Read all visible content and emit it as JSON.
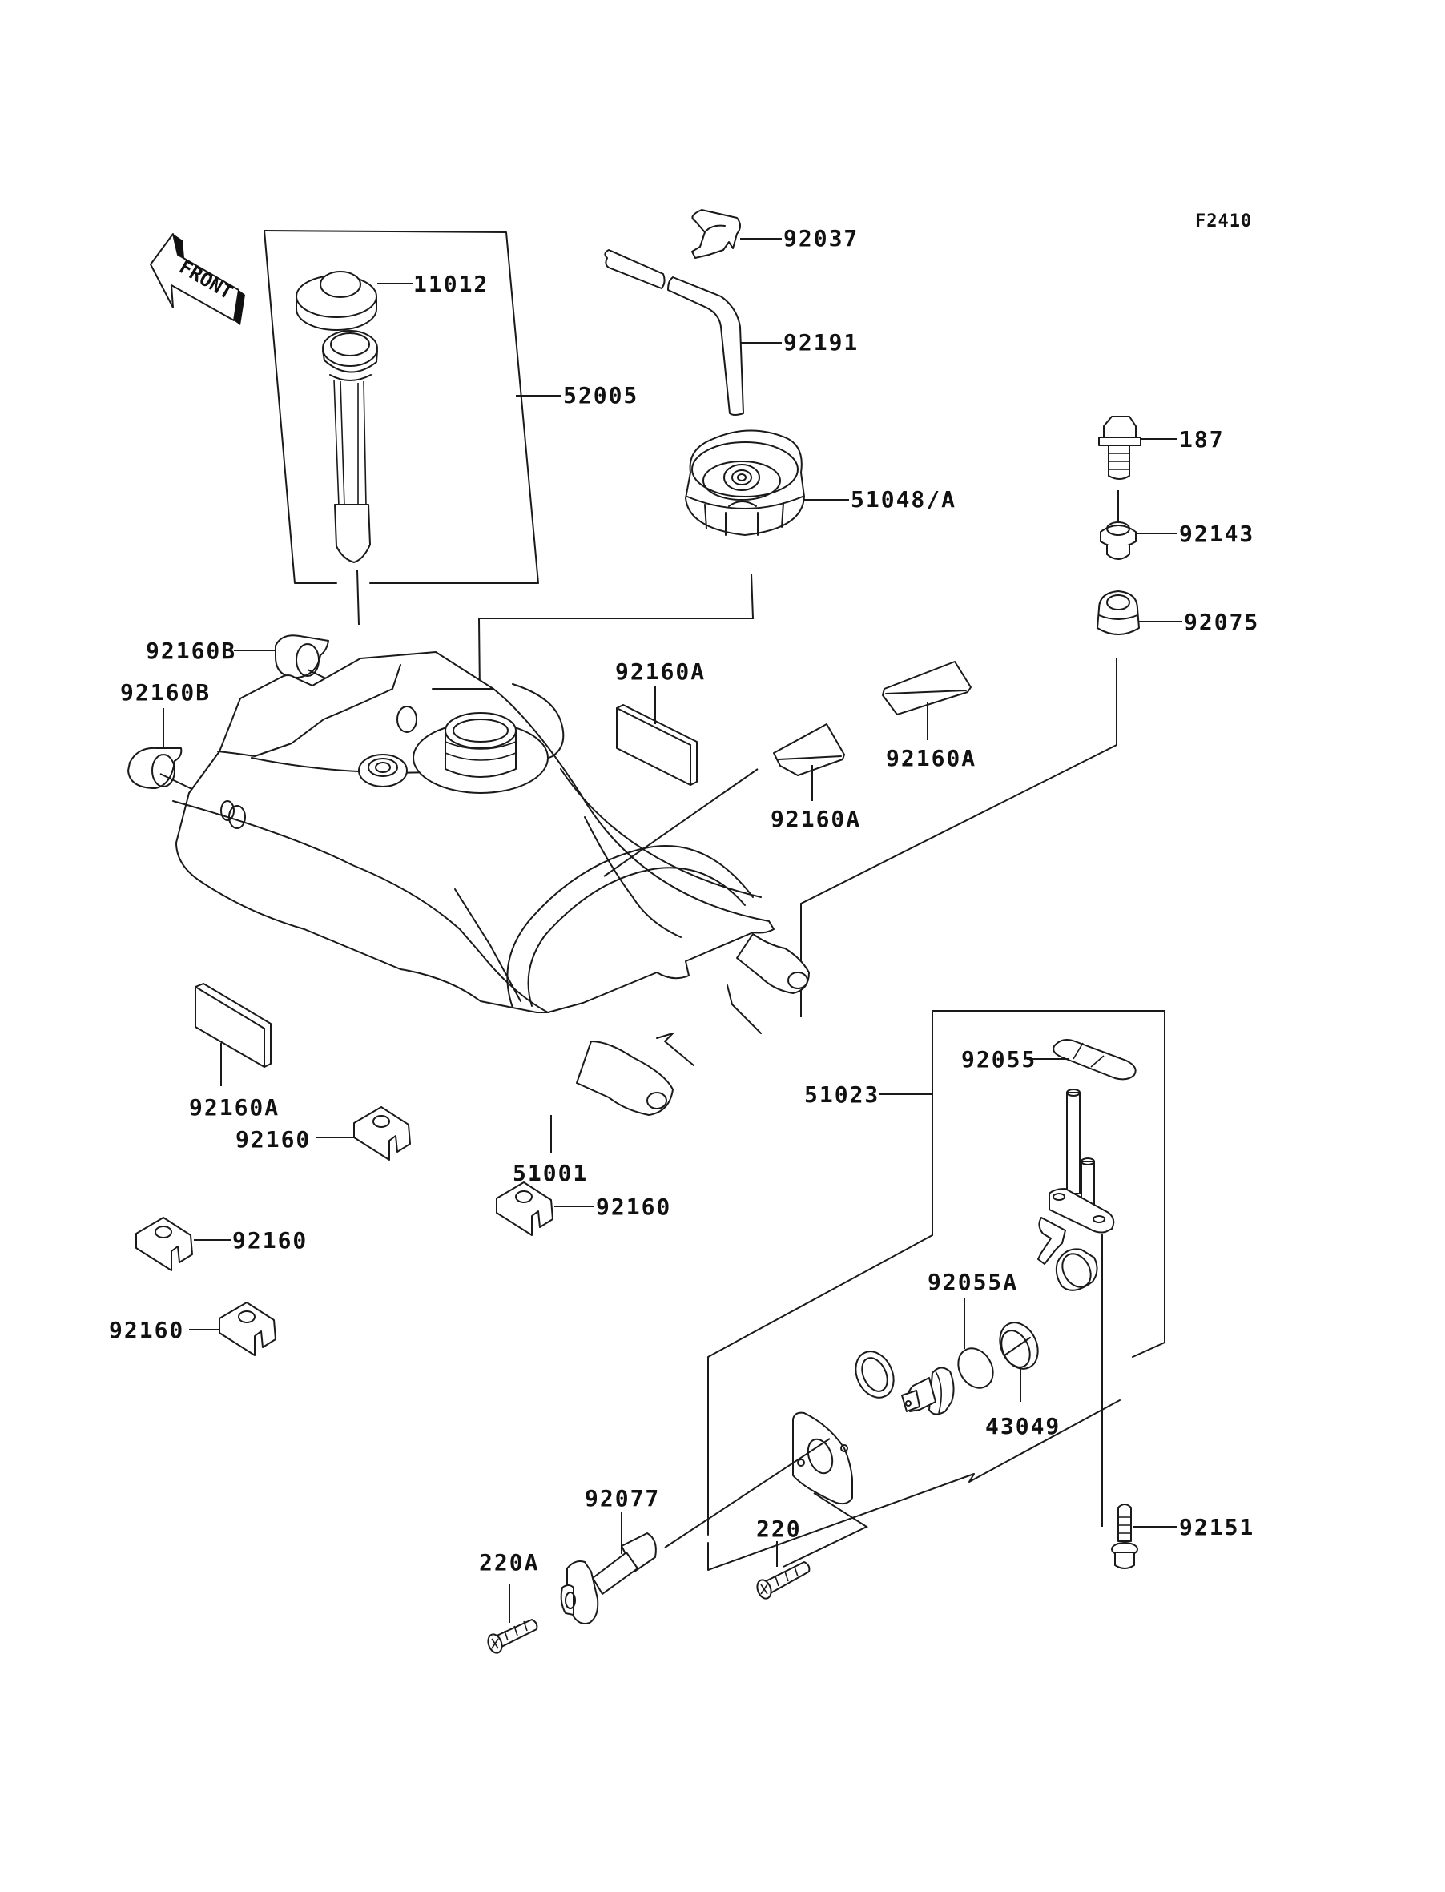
{
  "diagram": {
    "figure_code": "F2410",
    "direction_indicator": "FRONT",
    "colors": {
      "line": "#1a1a1a",
      "background": "#ffffff"
    },
    "labels": {
      "p11012": "11012",
      "p52005": "52005",
      "p92037": "92037",
      "p92191": "92191",
      "p51048A": "51048/A",
      "p187": "187",
      "p92143": "92143",
      "p92075": "92075",
      "p92160B_1": "92160B",
      "p92160B_2": "92160B",
      "p92160A_1": "92160A",
      "p92160A_2": "92160A",
      "p92160A_3": "92160A",
      "p92160A_4": "92160A",
      "p51001": "51001",
      "p92160_1": "92160",
      "p92160_2": "92160",
      "p92160_3": "92160",
      "p92160_4": "92160",
      "p51023": "51023",
      "p92055": "92055",
      "p92055A": "92055A",
      "p43049": "43049",
      "p92077": "92077",
      "p220": "220",
      "p220A": "220A",
      "p92151": "92151"
    }
  }
}
